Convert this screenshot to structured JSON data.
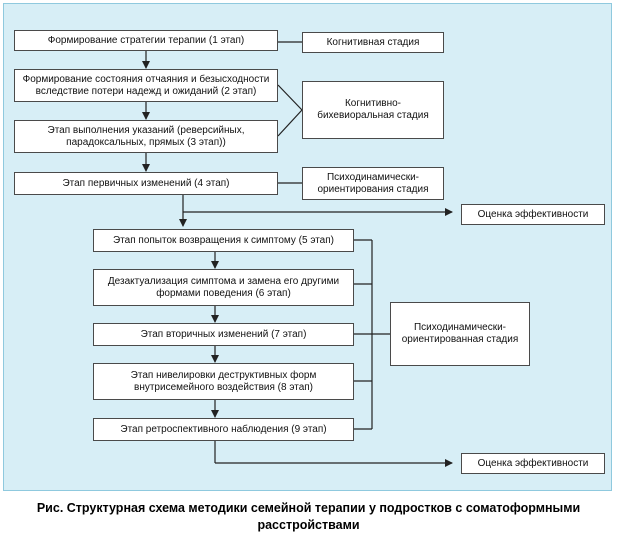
{
  "stages": [
    "Формирование стратегии терапии (1 этап)",
    "Формирование состояния отчаяния и безысходности вследствие потери надежд и ожиданий (2 этап)",
    "Этап выполнения указаний (реверсийных, парадоксальных, прямых (3 этап))",
    "Этап первичных изменений (4 этап)",
    "Этап попыток возвращения к симптому (5 этап)",
    "Дезактуализация симптома и замена его другими формами поведения (6 этап)",
    "Этап вторичных изменений (7 этап)",
    "Этап нивелировки деструктивных форм внутрисемейного воздействия (8 этап)",
    "Этап ретроспективного наблюдения (9 этап)"
  ],
  "phases": {
    "cognitive": "Когнитивная стадия",
    "cognitive_behavioral": "Когнитивно-бихевиоральная стадия",
    "psychodynamic_orienting": "Психодинамически-ориентирования стадия",
    "psychodynamic_oriented": "Психодинамически-ориентированная стадия"
  },
  "evaluation": [
    "Оценка эффективности",
    "Оценка эффективности"
  ],
  "colors": {
    "panel_bg": "#d7eef6",
    "panel_border": "#8fc9de",
    "box_border": "#4a4a4a",
    "line": "#222222"
  },
  "caption": {
    "line1": "Рис. Структурная схема методики семейной терапии у подростков с соматоформными",
    "line2": "расстройствами"
  }
}
